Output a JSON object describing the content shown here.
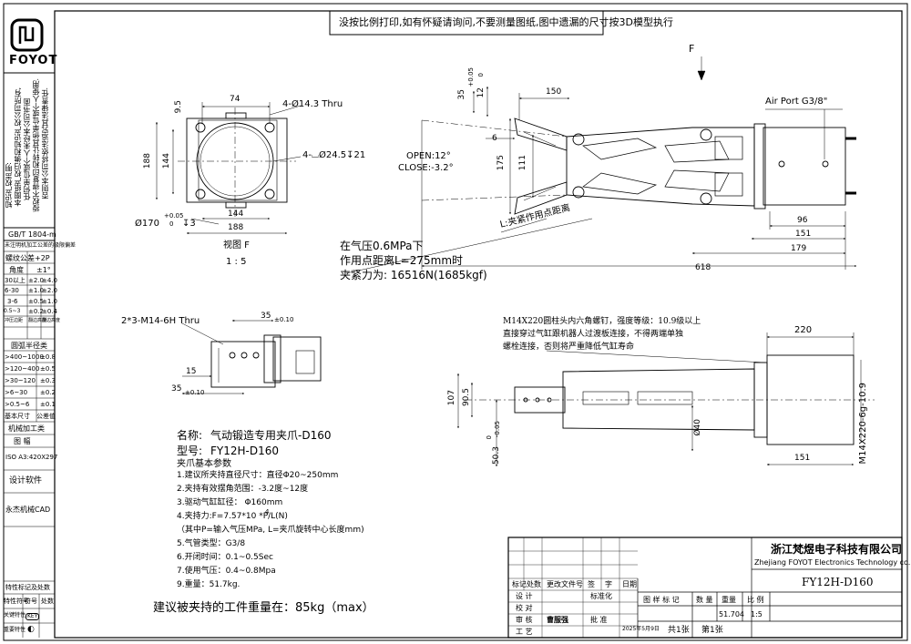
{
  "header": {
    "notice": "没按比例打印,如有怀疑请询问,不要测量图纸,图中遗漏的尺寸按3D模型执行",
    "logo_text": "FOYOT",
    "direction_label": "F"
  },
  "view_f": {
    "dims": [
      "74",
      "9.5",
      "4-Ø14.3 Thru",
      "188",
      "144",
      "144",
      "188",
      "4-⌴Ø24.5↧21",
      "Ø170",
      "+0.05",
      "0",
      "↧3"
    ],
    "caption": "视图 F",
    "scale": "1 : 5"
  },
  "top_view": {
    "dims": [
      "35",
      "12",
      "+0.05",
      "0",
      "150",
      "6",
      "175",
      "111",
      "96",
      "151",
      "179",
      "618"
    ],
    "air_port": "Air Port G3/8\"",
    "open_label": "OPEN:12°",
    "close_label": "CLOSE:-3.2°",
    "lever_label": "L:夹紧作用点距离",
    "force_note": [
      "在气压0.6MPa下",
      "作用点距离L=275mm时",
      "夹紧力为:    16516N(1685kgf)"
    ]
  },
  "jaw_view": {
    "thread": "2*3-M14-6H Thru",
    "dims": [
      "35",
      "±0.10",
      "15",
      "35",
      "±0.10"
    ]
  },
  "side_view": {
    "bolt_note": [
      "M14X220圆柱头内六角螺钉，强度等级：10.9级以上",
      "直接穿过气缸跟机器人过渡板连接，不得两端单独",
      "螺栓连接，否则将严重降低气缸寿命"
    ],
    "dims": [
      "220",
      "107",
      "90.5",
      "Ø40",
      "50.3",
      "0",
      "-0.05",
      "151",
      "M14X220-6g-10.9"
    ]
  },
  "spec": {
    "name_label": "名称:",
    "name": "气动锻造专用夹爪-D160",
    "model_label": "型号:",
    "model": "FY12H-D160",
    "params_title": "夹爪基本参数",
    "params": [
      "1.建议所夹持直径尺寸：直径Φ20~250mm",
      "2.夹持有效摆角范围：-3.2度~12度",
      "3.驱动气缸缸径：  Φ160mm",
      "4.夹持力:F=7.57*10 *P/L(N)",
      "（其中P=输入气压MPa, L=夹爪旋转中心长度mm)",
      "5.气管类型：G3/8",
      "6.开闭时间：0.1~0.5Sec",
      "7.使用气压：0.4~0.8Mpa",
      "9.重量：51.7kg."
    ],
    "exp_4": "4",
    "recommend": "建议被夹持的工件重量在：85kg（max）"
  },
  "left_column": {
    "copyright": [
      "知识产权声明:",
      "本图纸产权归佛和知识产权公司所有,",
      "任何单位或个人未经本公司书面",
      "授权不得复印和转让其他单位或个人使用.",
      "否则本公司将依法追究其法律责任."
    ],
    "tol_title": "GB/T 1804-m",
    "tol_sub": "未注明机加工公差的极限偏差",
    "tol_rows": [
      [
        "螺纹公差",
        "+2P"
      ],
      [
        "角度",
        "±1°"
      ],
      [
        "30以上",
        "±2.0",
        "±4.0"
      ],
      [
        "6-30",
        "±1.0",
        "±2.0"
      ],
      [
        "3-6",
        "±0.5",
        "±1.0"
      ],
      [
        "0.5~3",
        "±0.2",
        "±0.4"
      ],
      [
        "冲压边距",
        "翻边高度",
        "翻边高度"
      ]
    ],
    "radius_title": "圆弧半径类",
    "radius_rows": [
      [
        ">400~1000",
        "±0.8"
      ],
      [
        ">120~400",
        "±0.5"
      ],
      [
        ">30~120",
        "±0.3"
      ],
      [
        ">6~30",
        "±0.2"
      ],
      [
        ">0.5~6",
        "±0.1"
      ]
    ],
    "basic_size": "基本尺寸",
    "tolerance": "公差值",
    "machining": "机械加工类",
    "drawing": "图    幅",
    "sheet_size": "ISO A3:420X297",
    "design_software": "设计软件",
    "cad": "永杰机械CAD",
    "mark_title": "特性标记及处数",
    "mark_headers": [
      "特性符号",
      "符号",
      "处数"
    ],
    "mark_rows": [
      [
        "关键特性",
        "KEY"
      ],
      [
        "重要特性",
        "◐"
      ]
    ]
  },
  "title_block": {
    "company": "浙江梵煜电子科技有限公司",
    "company_en": "Zhejiang FOYOT Electronics Technology co.,LTD",
    "drawing_no": "FY12H-D160",
    "rev_headers": [
      "标记",
      "处数",
      "更改文件号",
      "签",
      "字",
      "日期"
    ],
    "row_labels": [
      "设  计",
      "校  对",
      "审  核",
      "工  艺"
    ],
    "std_label": "标准化",
    "approve": "批  准",
    "signer": "曹服强",
    "date": "2025年5月9日",
    "info_headers": [
      "图 样 标 记",
      "数  量",
      "重量",
      "比 例"
    ],
    "weight": "51.704",
    "scale": "1:5",
    "sheets": "共1张",
    "sheet": "第1张"
  }
}
